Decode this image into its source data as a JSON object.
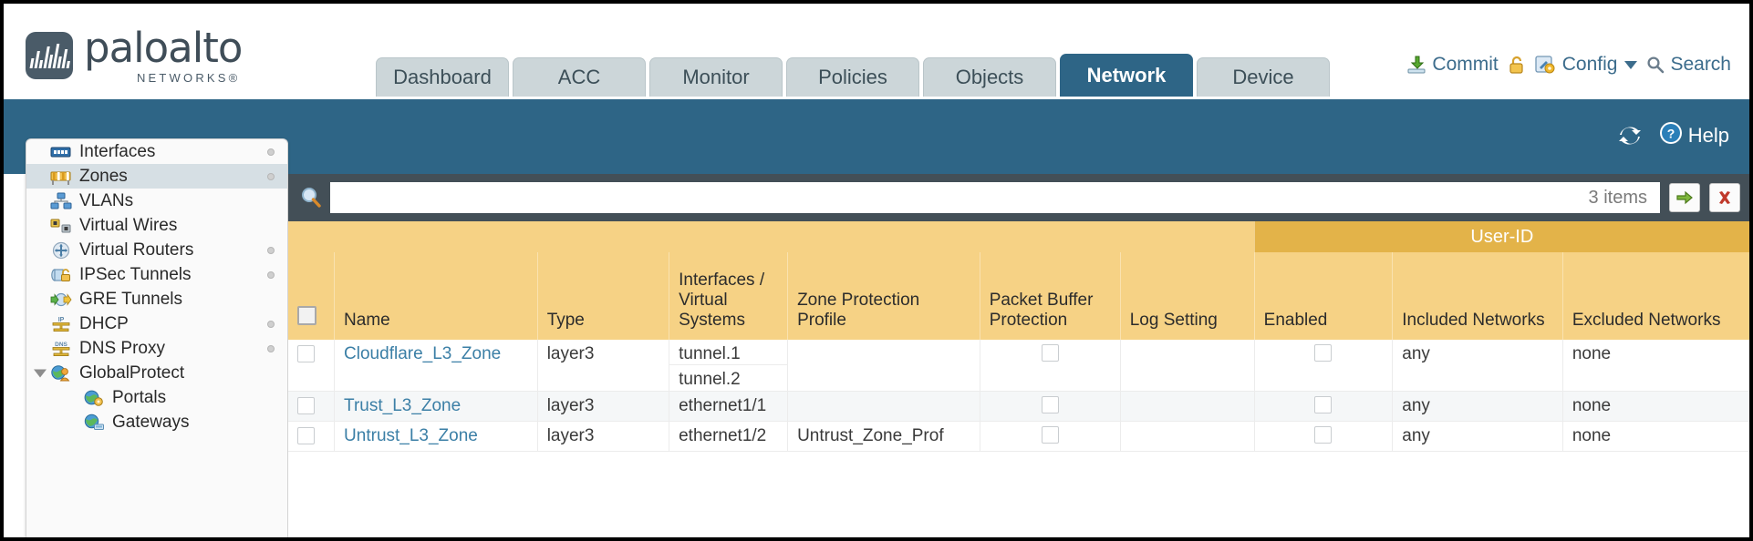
{
  "brand": {
    "name": "paloalto",
    "tagline": "NETWORKS",
    "logo_mark": "waveform-logo-icon"
  },
  "tabs": [
    {
      "label": "Dashboard",
      "active": false
    },
    {
      "label": "ACC",
      "active": false
    },
    {
      "label": "Monitor",
      "active": false
    },
    {
      "label": "Policies",
      "active": false
    },
    {
      "label": "Objects",
      "active": false
    },
    {
      "label": "Network",
      "active": true
    },
    {
      "label": "Device",
      "active": false
    }
  ],
  "topright": {
    "commit": "Commit",
    "lock": "",
    "config": "Config",
    "search": "Search"
  },
  "band": {
    "help": "Help",
    "refresh": "refresh-icon"
  },
  "sidebar": {
    "items": [
      {
        "label": "Interfaces",
        "icon": "interfaces-icon",
        "selected": false,
        "dot": true,
        "child": false,
        "expander": false
      },
      {
        "label": "Zones",
        "icon": "zones-icon",
        "selected": true,
        "dot": true,
        "child": false,
        "expander": false
      },
      {
        "label": "VLANs",
        "icon": "vlans-icon",
        "selected": false,
        "dot": false,
        "child": false,
        "expander": false
      },
      {
        "label": "Virtual Wires",
        "icon": "virtual-wires-icon",
        "selected": false,
        "dot": false,
        "child": false,
        "expander": false
      },
      {
        "label": "Virtual Routers",
        "icon": "virtual-routers-icon",
        "selected": false,
        "dot": true,
        "child": false,
        "expander": false
      },
      {
        "label": "IPSec Tunnels",
        "icon": "ipsec-tunnels-icon",
        "selected": false,
        "dot": true,
        "child": false,
        "expander": false
      },
      {
        "label": "GRE Tunnels",
        "icon": "gre-tunnels-icon",
        "selected": false,
        "dot": false,
        "child": false,
        "expander": false
      },
      {
        "label": "DHCP",
        "icon": "dhcp-icon",
        "selected": false,
        "dot": true,
        "child": false,
        "expander": false
      },
      {
        "label": "DNS Proxy",
        "icon": "dns-proxy-icon",
        "selected": false,
        "dot": true,
        "child": false,
        "expander": false
      },
      {
        "label": "GlobalProtect",
        "icon": "globalprotect-icon",
        "selected": false,
        "dot": false,
        "child": false,
        "expander": true
      },
      {
        "label": "Portals",
        "icon": "portals-icon",
        "selected": false,
        "dot": false,
        "child": true,
        "expander": false
      },
      {
        "label": "Gateways",
        "icon": "gateways-icon",
        "selected": false,
        "dot": false,
        "child": true,
        "expander": false
      }
    ]
  },
  "search": {
    "value": "",
    "placeholder": "",
    "items_count": "3 items",
    "go_icon": "green-arrow-right-icon",
    "clear_icon": "red-x-icon"
  },
  "table": {
    "group_header": "User-ID",
    "columns": [
      "Name",
      "Type",
      "Interfaces / Virtual Systems",
      "Zone Protection Profile",
      "Packet Buffer Protection",
      "Log Setting",
      "Enabled",
      "Included Networks",
      "Excluded Networks"
    ],
    "rows": [
      {
        "selected": false,
        "name": "Cloudflare_L3_Zone",
        "type": "layer3",
        "interfaces": [
          "tunnel.1",
          "tunnel.2"
        ],
        "zone_protection_profile": "",
        "packet_buffer_protection": false,
        "log_setting": "",
        "userid_enabled": false,
        "included_networks": "any",
        "excluded_networks": "none"
      },
      {
        "selected": false,
        "name": "Trust_L3_Zone",
        "type": "layer3",
        "interfaces": [
          "ethernet1/1"
        ],
        "zone_protection_profile": "",
        "packet_buffer_protection": false,
        "log_setting": "",
        "userid_enabled": false,
        "included_networks": "any",
        "excluded_networks": "none"
      },
      {
        "selected": false,
        "name": "Untrust_L3_Zone",
        "type": "layer3",
        "interfaces": [
          "ethernet1/2"
        ],
        "zone_protection_profile": "Untrust_Zone_Prof",
        "packet_buffer_protection": false,
        "log_setting": "",
        "userid_enabled": false,
        "included_networks": "any",
        "excluded_networks": "none"
      }
    ]
  },
  "colors": {
    "brand_blue": "#2e6586",
    "tab_inactive": "#ccd6d9",
    "header_gold": "#f6d285",
    "group_gold": "#e3b349",
    "search_bar": "#434f57",
    "link_blue": "#3b7fa6",
    "sidebar_selected": "#d6dfe4"
  }
}
